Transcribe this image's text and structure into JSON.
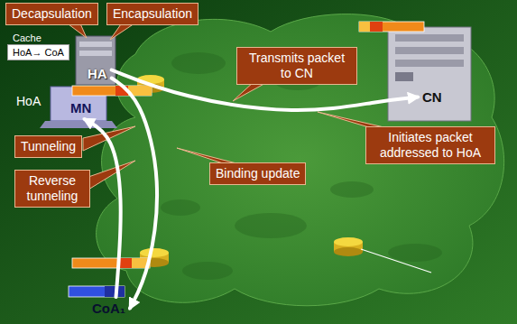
{
  "diagram": {
    "nodes": [
      {
        "text": [
          "Decapsulation"
        ]
      },
      {
        "text": [
          "Encapsulation"
        ]
      },
      {
        "text": [
          "Cache",
          "HoA→ CoA"
        ]
      },
      {
        "text": [
          "HA"
        ]
      },
      {
        "text": [
          "MN"
        ]
      },
      {
        "text": [
          "Transmits packet to CN"
        ]
      },
      {
        "text": [
          "CN"
        ]
      },
      {
        "text": [
          "Initiates packet addressed to HoA"
        ]
      },
      {
        "text": [
          "Tunneling"
        ]
      },
      {
        "text": [
          "Reverse tunneling"
        ]
      },
      {
        "text": [
          "Binding update"
        ]
      },
      {
        "text": [
          "CoA₁"
        ]
      }
    ],
    "edges": [
      {
        "from": 3,
        "to": 6,
        "arrow": "to"
      },
      {
        "from": 3,
        "to": 11,
        "arrow": "to"
      },
      {
        "from": 11,
        "to": 4,
        "arrow": "to"
      }
    ],
    "labels": [
      "HoA"
    ]
  }
}
